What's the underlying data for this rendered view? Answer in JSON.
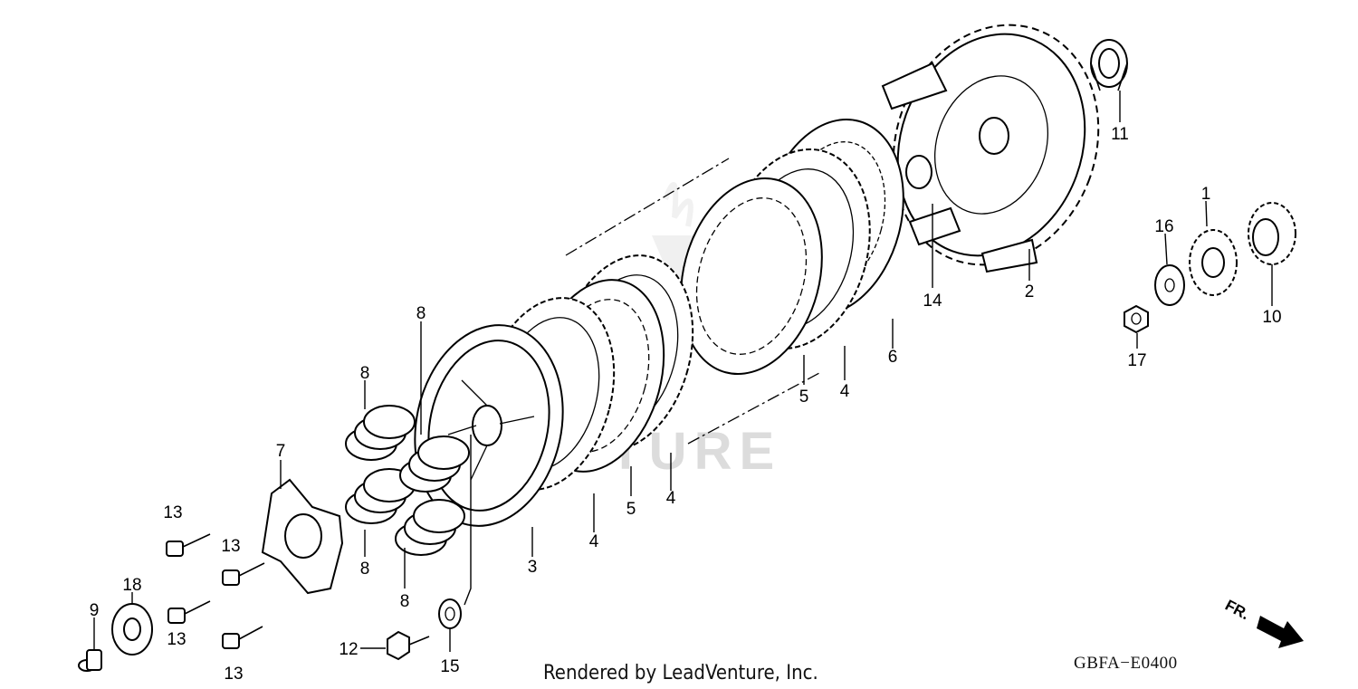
{
  "diagram": {
    "footer_credit": "Rendered by LeadVenture, Inc.",
    "diagram_code": "GBFA−E0400",
    "direction_label": "FR.",
    "watermark_text": "VENTURE",
    "callouts": [
      {
        "id": "c1",
        "text": "1"
      },
      {
        "id": "c2",
        "text": "2"
      },
      {
        "id": "c3",
        "text": "3"
      },
      {
        "id": "c4a",
        "text": "4"
      },
      {
        "id": "c4b",
        "text": "4"
      },
      {
        "id": "c4c",
        "text": "4"
      },
      {
        "id": "c5a",
        "text": "5"
      },
      {
        "id": "c5b",
        "text": "5"
      },
      {
        "id": "c6",
        "text": "6"
      },
      {
        "id": "c7",
        "text": "7"
      },
      {
        "id": "c8a",
        "text": "8"
      },
      {
        "id": "c8b",
        "text": "8"
      },
      {
        "id": "c8c",
        "text": "8"
      },
      {
        "id": "c8d",
        "text": "8"
      },
      {
        "id": "c9",
        "text": "9"
      },
      {
        "id": "c10",
        "text": "10"
      },
      {
        "id": "c11",
        "text": "11"
      },
      {
        "id": "c12",
        "text": "12"
      },
      {
        "id": "c13a",
        "text": "13"
      },
      {
        "id": "c13b",
        "text": "13"
      },
      {
        "id": "c13c",
        "text": "13"
      },
      {
        "id": "c13d",
        "text": "13"
      },
      {
        "id": "c14",
        "text": "14"
      },
      {
        "id": "c15",
        "text": "15"
      },
      {
        "id": "c16",
        "text": "16"
      },
      {
        "id": "c17",
        "text": "17"
      },
      {
        "id": "c18",
        "text": "18"
      }
    ]
  }
}
